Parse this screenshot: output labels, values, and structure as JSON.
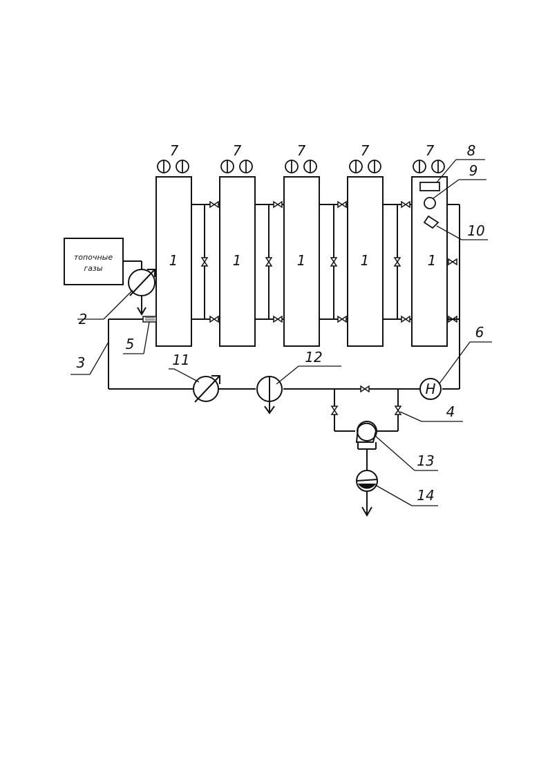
{
  "column_label": "1",
  "flue_gas_box": {
    "line1": "топочные",
    "line2": "газы"
  },
  "callouts": {
    "n2": "2",
    "n3": "3",
    "n4": "4",
    "n5": "5",
    "n6": "6",
    "n7": "7",
    "n8": "8",
    "n9": "9",
    "n10": "10",
    "n11": "11",
    "n12": "12",
    "n13": "13",
    "n14": "14"
  },
  "pump_letter": "Н"
}
